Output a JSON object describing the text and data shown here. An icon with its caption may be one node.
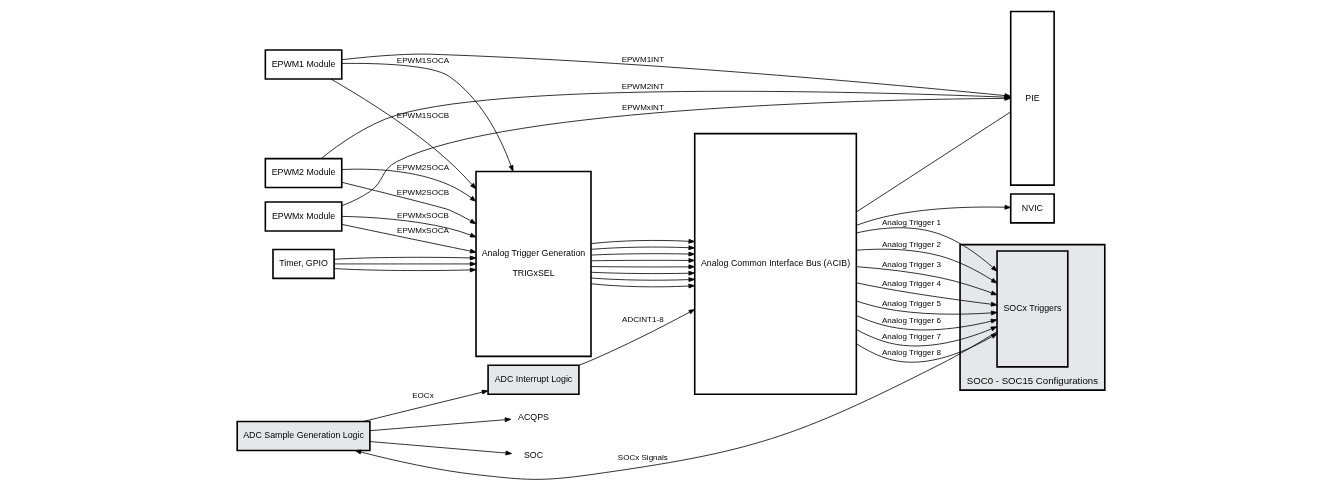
{
  "diagram": {
    "nodes": [
      {
        "text": [
          "ACQPS"
        ]
      },
      {
        "text": [
          "SOC"
        ]
      },
      {
        "text": [
          "ADC Sample Generation Logic"
        ]
      },
      {
        "text": [
          "ADC Interrupt Logic"
        ]
      },
      {
        "text": [
          "Analog Common Interface Bus (ACIB)"
        ]
      },
      {
        "text": [
          "NVIC"
        ]
      },
      {
        "text": [
          "Analog Trigger Generation",
          "TRIGxSEL"
        ]
      },
      {
        "text": [
          "EPWM1 Module"
        ]
      },
      {
        "text": [
          "EPWM2 Module"
        ]
      },
      {
        "text": [
          "EPWMx Module"
        ]
      },
      {
        "text": [
          "PIE"
        ]
      },
      {
        "text": [
          "SOC0 - SOC15 Configurations"
        ]
      },
      {
        "text": [
          "SOCx Triggers"
        ],
        "in": 11
      },
      {
        "text": [
          "Timer, GPIO"
        ]
      }
    ],
    "edges": [
      {
        "from": 2,
        "to": 0,
        "arrow": "to"
      },
      {
        "from": 2,
        "to": 1,
        "arrow": "to"
      },
      {
        "from": 2,
        "to": 3,
        "arrow": "to",
        "label": "EOCx"
      },
      {
        "from": 3,
        "to": 4,
        "arrow": "to",
        "label": "ADCINT1-8"
      },
      {
        "from": 4,
        "to": 5,
        "arrow": "to"
      },
      {
        "from": 4,
        "to": 10,
        "arrow": "none"
      },
      {
        "from": 12,
        "to": 2,
        "arrow": "to",
        "label": "SOCx Signals"
      },
      {
        "from": 4,
        "to": 12,
        "arrow": "to",
        "label": "Analog Trigger 1"
      },
      {
        "from": 4,
        "to": 12,
        "arrow": "to",
        "label": "Analog Trigger 2"
      },
      {
        "from": 4,
        "to": 12,
        "arrow": "to",
        "label": "Analog Trigger 3"
      },
      {
        "from": 4,
        "to": 12,
        "arrow": "to",
        "label": "Analog Trigger 4"
      },
      {
        "from": 4,
        "to": 12,
        "arrow": "to",
        "label": "Analog Trigger 5"
      },
      {
        "from": 4,
        "to": 12,
        "arrow": "to",
        "label": "Analog Trigger 6"
      },
      {
        "from": 4,
        "to": 12,
        "arrow": "to",
        "label": "Analog Trigger 7"
      },
      {
        "from": 4,
        "to": 12,
        "arrow": "to",
        "label": "Analog Trigger 8"
      },
      {
        "from": 6,
        "to": 4,
        "arrow": "to"
      },
      {
        "from": 6,
        "to": 4,
        "arrow": "to"
      },
      {
        "from": 6,
        "to": 4,
        "arrow": "to"
      },
      {
        "from": 6,
        "to": 4,
        "arrow": "to"
      },
      {
        "from": 6,
        "to": 4,
        "arrow": "to"
      },
      {
        "from": 6,
        "to": 4,
        "arrow": "to"
      },
      {
        "from": 6,
        "to": 4,
        "arrow": "to"
      },
      {
        "from": 6,
        "to": 4,
        "arrow": "to"
      },
      {
        "from": 7,
        "to": 6,
        "arrow": "to",
        "label": "EPWM1SOCA"
      },
      {
        "from": 7,
        "to": 6,
        "arrow": "to",
        "label": "EPWM1SOCB"
      },
      {
        "from": 8,
        "to": 6,
        "arrow": "to",
        "label": "EPWM2SOCA"
      },
      {
        "from": 8,
        "to": 6,
        "arrow": "to",
        "label": "EPWM2SOCB"
      },
      {
        "from": 9,
        "to": 6,
        "arrow": "to",
        "label": "EPWMxSOCA"
      },
      {
        "from": 9,
        "to": 6,
        "arrow": "to",
        "label": "EPWMxSOCB"
      },
      {
        "from": 7,
        "to": 10,
        "arrow": "to",
        "label": "EPWM1INT"
      },
      {
        "from": 8,
        "to": 10,
        "arrow": "to",
        "label": "EPWM2INT"
      },
      {
        "from": 9,
        "to": 10,
        "arrow": "to",
        "label": "EPWMxINT"
      },
      {
        "from": 13,
        "to": 6,
        "arrow": "to"
      },
      {
        "from": 13,
        "to": 6,
        "arrow": "to"
      },
      {
        "from": 13,
        "to": 6,
        "arrow": "to"
      }
    ]
  }
}
